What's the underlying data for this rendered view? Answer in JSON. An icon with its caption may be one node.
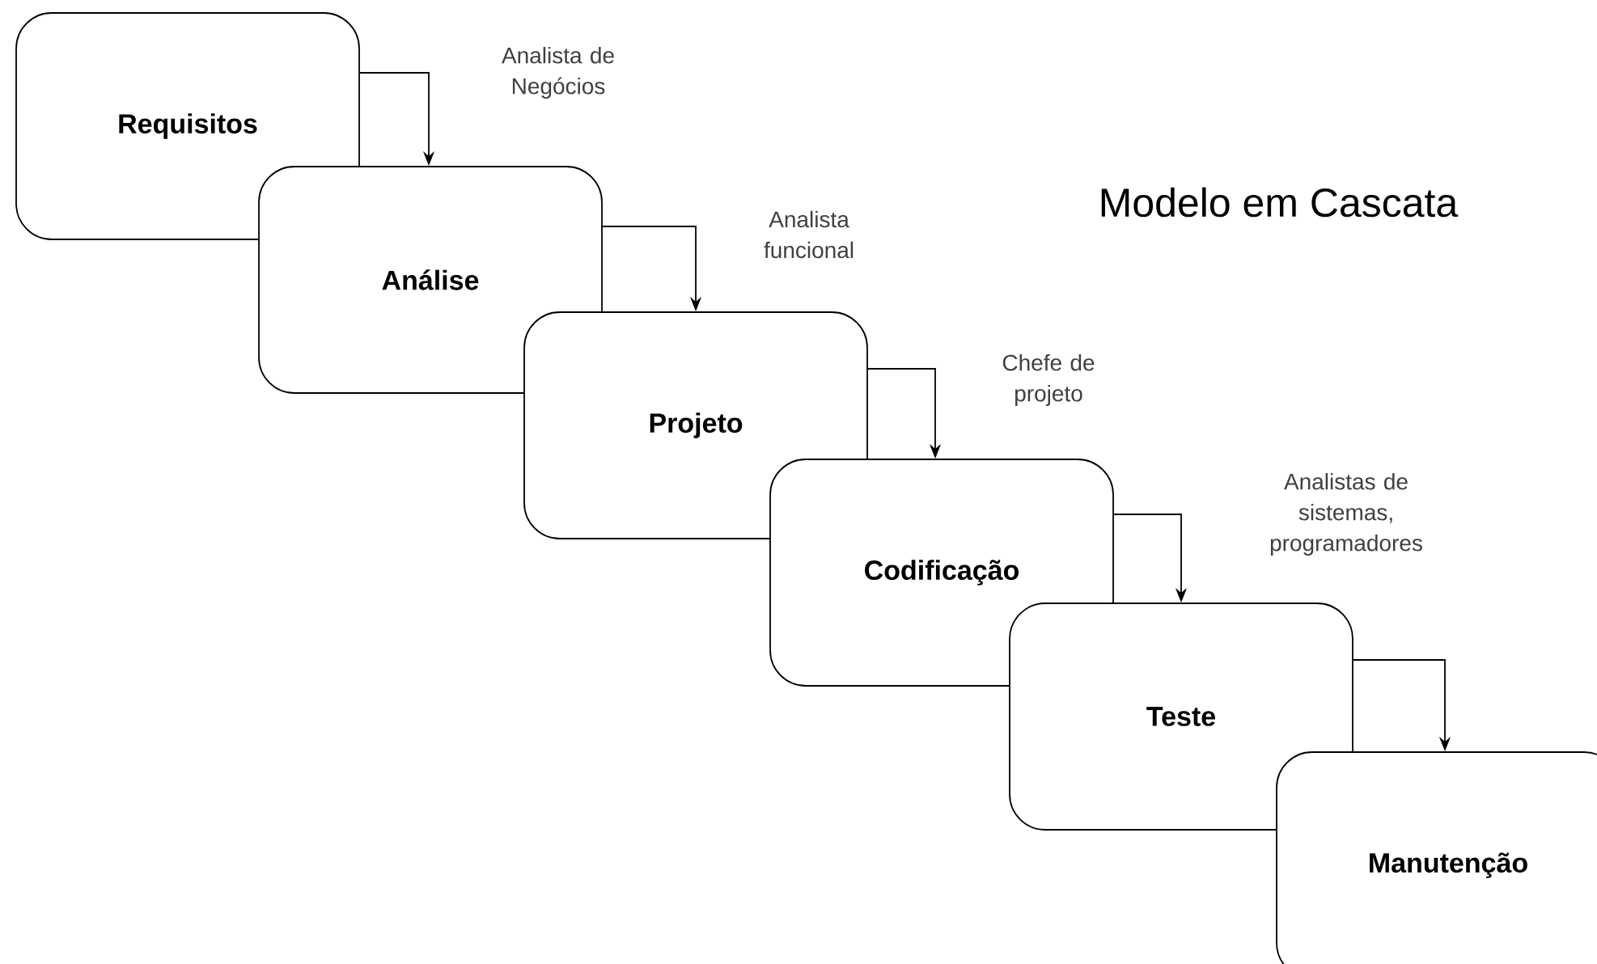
{
  "diagram": {
    "title": "Modelo em Cascata",
    "nodes": [
      {
        "text": [
          "Requisitos"
        ]
      },
      {
        "text": [
          "Análise"
        ]
      },
      {
        "text": [
          "Projeto"
        ]
      },
      {
        "text": [
          "Codificação"
        ]
      },
      {
        "text": [
          "Teste"
        ]
      },
      {
        "text": [
          "Manutenção"
        ]
      }
    ],
    "edges": [
      {
        "from": 0,
        "to": 1,
        "arrow": "to",
        "label": "Analista de Negócios"
      },
      {
        "from": 1,
        "to": 2,
        "arrow": "to",
        "label": "Analista funcional"
      },
      {
        "from": 2,
        "to": 3,
        "arrow": "to",
        "label": "Chefe de projeto"
      },
      {
        "from": 3,
        "to": 4,
        "arrow": "to",
        "label": "Analistas de sistemas, programadores"
      },
      {
        "from": 4,
        "to": 5,
        "arrow": "to"
      }
    ]
  }
}
